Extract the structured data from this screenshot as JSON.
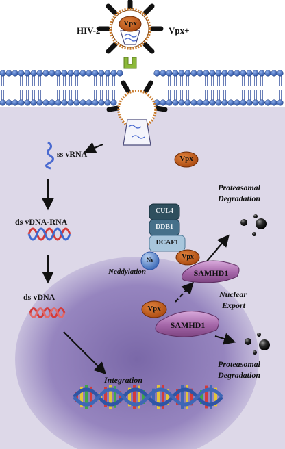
{
  "virus": {
    "label": "HIV-2",
    "vpx_plus": "Vpx+",
    "vpx_badge": "Vpx"
  },
  "cytoplasm": {
    "ss_vrna": "ss vRNA",
    "free_vpx": "Vpx",
    "ds_vdna_rna": "ds vDNA-RNA",
    "ds_vdna": "ds vDNA",
    "integration": "Integration"
  },
  "complex": {
    "cul4": "CUL4",
    "ddb1": "DDB1",
    "dcaf1": "DCAF1",
    "nedd": "Ne",
    "neddylation": "Neddylation",
    "vpx": "Vpx",
    "samhd1": "SAMHD1"
  },
  "nuclear": {
    "vpx": "Vpx",
    "samhd1": "SAMHD1",
    "export_line1": "Nuclear",
    "export_line2": "Export"
  },
  "degradation_top": {
    "line1": "Proteasomal",
    "line2": "Degradation"
  },
  "degradation_bottom": {
    "line1": "Proteasomal",
    "line2": "Degradation"
  },
  "colors": {
    "cell_bg": "#ddd8e8",
    "nucleus": "#8b7bb5",
    "membrane_head": "#3f67b5",
    "vpx": "#c55a1a",
    "samhd1": "#a364a8",
    "cul4": "#2f4f5e",
    "ddb1": "#46708a",
    "dcaf1": "#a8c6dc",
    "nedd": "#5a86c8",
    "receptor": "#8cb93a"
  }
}
